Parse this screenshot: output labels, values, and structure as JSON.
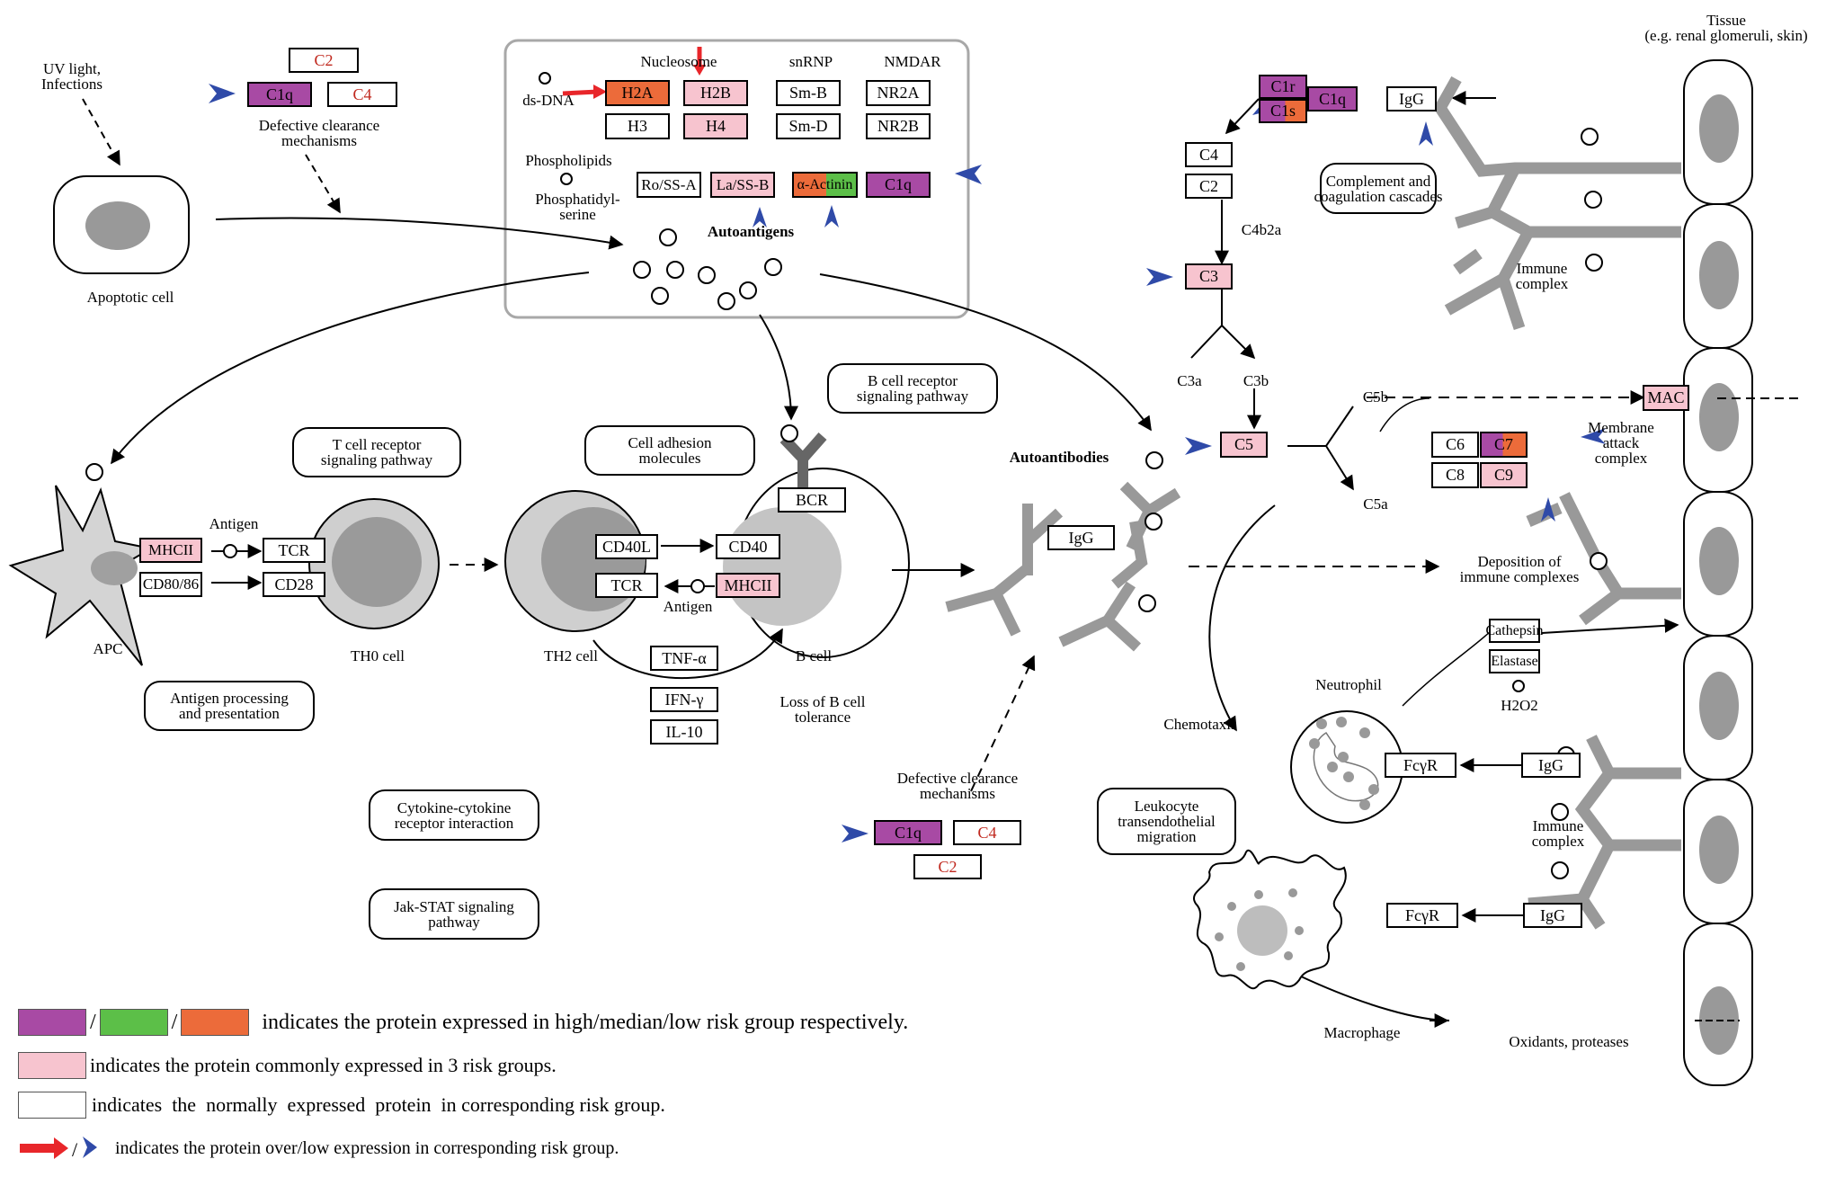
{
  "title_context": {
    "tissue_label": "Tissue\n(e.g. renal glomeruli, skin)"
  },
  "colors": {
    "high": "#a84aa4",
    "median": "#5cbf48",
    "low": "#ec6b3a",
    "common": "#f7c4cf",
    "normal": "#ffffff",
    "over_arrow": "#e8262a",
    "low_arrowhead": "#2f4aa8",
    "grey_cell": "#9a9a9a",
    "light_grey_cell": "#c9c9c9"
  },
  "labels": {
    "uv_light": "UV light,\nInfections",
    "apoptotic_cell": "Apoptotic cell",
    "defective_clearance_top": "Defective clearance\nmechanisms",
    "defective_clearance_bottom": "Defective clearance\nmechanisms",
    "nucleosome": "Nucleosome",
    "snrnp": "snRNP",
    "nmdar": "NMDAR",
    "ds_dna": "ds-DNA",
    "phospholipids": "Phospholipids",
    "phosphatidylserine": "Phosphatidyl-\nserine",
    "autoantigens": "Autoantigens",
    "autoantibodies": "Autoantibodies",
    "antigen_apc": "Antigen",
    "antigen_b": "Antigen",
    "apc": "APC",
    "th0_cell": "TH0 cell",
    "th2_cell": "TH2 cell",
    "b_cell": "B cell",
    "loss_b_tolerance": "Loss of B cell\ntolerance",
    "c4b2a": "C4b2a",
    "c3a": "C3a",
    "c3b": "C3b",
    "c5b": "C5b",
    "c5a": "C5a",
    "membrane_attack_complex": "Membrane\nattack\ncomplex",
    "immune_complex_top": "Immune\ncomplex",
    "immune_complex_bottom": "Immune\ncomplex",
    "deposition": "Deposition of\nimmune complexes",
    "chemotaxis": "Chemotaxis",
    "neutrophil": "Neutrophil",
    "h2o2": "H2O2",
    "macrophage": "Macrophage",
    "oxidants": "Oxidants, proteases"
  },
  "pathways": {
    "tcr": "T cell receptor\nsignaling pathway",
    "cam": "Cell adhesion\nmolecules",
    "bcr": "B cell receptor\nsignaling pathway",
    "antigen_processing": "Antigen processing\nand presentation",
    "cytokine": "Cytokine-cytokine\nreceptor interaction",
    "jakstat": "Jak-STAT signaling\npathway",
    "complement": "Complement and\ncoagulation cascades",
    "leukocyte": "Leukocyte\ntransendothelial\nmigration"
  },
  "nodes": {
    "c2_top": {
      "label": "C2",
      "group": "normal"
    },
    "c1q_top": {
      "label": "C1q",
      "group": "high"
    },
    "c4_top": {
      "label": "C4",
      "group": "normal"
    },
    "h2a": {
      "label": "H2A",
      "group": "low"
    },
    "h2b": {
      "label": "H2B",
      "group": "common"
    },
    "h3": {
      "label": "H3",
      "group": "normal"
    },
    "h4": {
      "label": "H4",
      "group": "common"
    },
    "smb": {
      "label": "Sm-B",
      "group": "normal"
    },
    "smd": {
      "label": "Sm-D",
      "group": "normal"
    },
    "nr2a": {
      "label": "NR2A",
      "group": "normal"
    },
    "nr2b": {
      "label": "NR2B",
      "group": "normal"
    },
    "ro_ssa": {
      "label": "Ro/SS-A",
      "group": "normal"
    },
    "la_ssb": {
      "label": "La/SS-B",
      "group": "common"
    },
    "actinin": {
      "label": "α-Actinin",
      "group": "low/median"
    },
    "c1q_auto": {
      "label": "C1q",
      "group": "high"
    },
    "mhcii_apc": {
      "label": "MHCII",
      "group": "common"
    },
    "cd80_86": {
      "label": "CD80/86",
      "group": "normal"
    },
    "tcr_th0": {
      "label": "TCR",
      "group": "normal"
    },
    "cd28": {
      "label": "CD28",
      "group": "normal"
    },
    "cd40l": {
      "label": "CD40L",
      "group": "normal"
    },
    "tcr_th2": {
      "label": "TCR",
      "group": "normal"
    },
    "cd40": {
      "label": "CD40",
      "group": "normal"
    },
    "mhcii_b": {
      "label": "MHCII",
      "group": "common"
    },
    "bcr": {
      "label": "BCR",
      "group": "normal"
    },
    "tnfa": {
      "label": "TNF-α",
      "group": "normal"
    },
    "ifng": {
      "label": "IFN-γ",
      "group": "normal"
    },
    "il10": {
      "label": "IL-10",
      "group": "normal"
    },
    "igg_auto": {
      "label": "IgG",
      "group": "normal"
    },
    "c1q_bottom": {
      "label": "C1q",
      "group": "high"
    },
    "c4_bottom": {
      "label": "C4",
      "group": "normal"
    },
    "c2_bottom": {
      "label": "C2",
      "group": "normal"
    },
    "c1r": {
      "label": "C1r",
      "group": "high"
    },
    "c1s": {
      "label": "C1s",
      "group": "high/low"
    },
    "c1q_comp": {
      "label": "C1q",
      "group": "high"
    },
    "igg_comp": {
      "label": "IgG",
      "group": "normal"
    },
    "c4_comp": {
      "label": "C4",
      "group": "normal"
    },
    "c2_comp": {
      "label": "C2",
      "group": "normal"
    },
    "c3": {
      "label": "C3",
      "group": "common"
    },
    "c5": {
      "label": "C5",
      "group": "common"
    },
    "mac": {
      "label": "MAC",
      "group": "common"
    },
    "c6": {
      "label": "C6",
      "group": "normal"
    },
    "c7": {
      "label": "C7",
      "group": "high/low"
    },
    "c8": {
      "label": "C8",
      "group": "normal"
    },
    "c9": {
      "label": "C9",
      "group": "common"
    },
    "cathepsin": {
      "label": "Cathepsin",
      "group": "normal"
    },
    "elastase": {
      "label": "Elastase",
      "group": "normal"
    },
    "fcyr_neut": {
      "label": "FcγR",
      "group": "normal"
    },
    "igg_neut": {
      "label": "IgG",
      "group": "normal"
    },
    "fcyr_mac": {
      "label": "FcγR",
      "group": "normal"
    },
    "igg_mac": {
      "label": "IgG",
      "group": "normal"
    }
  },
  "markers": {
    "over_expression": [
      "H2A",
      "H2B"
    ],
    "low_expression": [
      "C1q (top)",
      "La/SS-B",
      "α-Actinin",
      "C1q (autoantigens)",
      "C1r/C1s",
      "C1q (complement)",
      "C3",
      "C5",
      "C7",
      "C9",
      "C1q (bottom)"
    ]
  },
  "legend": {
    "row1": "indicates the protein expressed in high/median/low risk group respectively.",
    "row2": "indicates the protein commonly expressed in 3 risk groups.",
    "row3": "indicates  the  normally  expressed  protein  in corresponding risk group.",
    "row4": "indicates the protein over/low expression in corresponding risk group.",
    "slash": "/"
  }
}
